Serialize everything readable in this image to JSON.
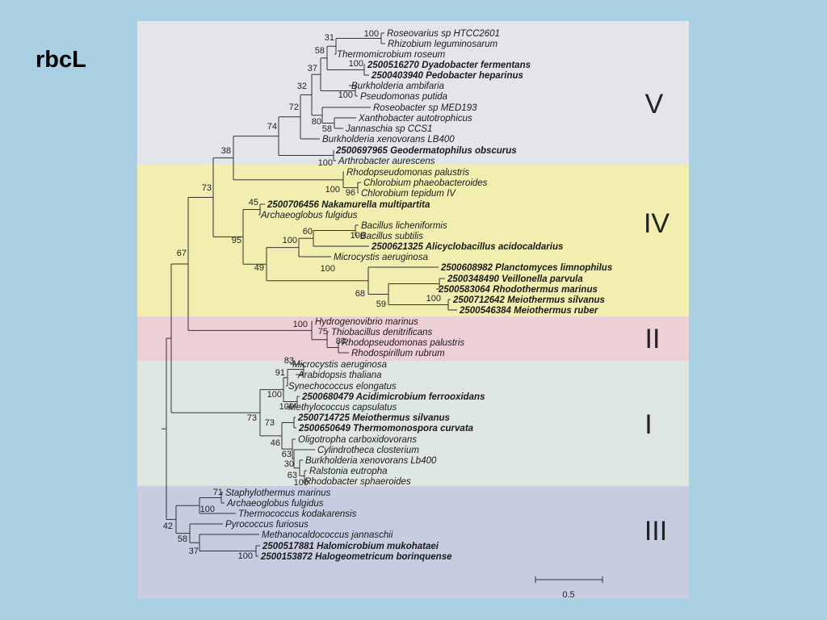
{
  "slide": {
    "title": "rbcL"
  },
  "groups": [
    {
      "label": "V",
      "color": "#e3e5ea"
    },
    {
      "label": "IV",
      "color": "#f1eeb0"
    },
    {
      "label": "II",
      "color": "#edd0d6"
    },
    {
      "label": "I",
      "color": "#dde6e3"
    },
    {
      "label": "III",
      "color": "#c6cde0"
    }
  ],
  "scale_bar": {
    "label": "0.5"
  },
  "leaves": [
    {
      "name": "Roseovarius sp HTCC2601",
      "bold": false
    },
    {
      "name": "Rhizobium leguminosarum",
      "bold": false
    },
    {
      "name": "Thermomicrobium roseum",
      "bold": false
    },
    {
      "name": "2500516270 Dyadobacter fermentans",
      "bold": true
    },
    {
      "name": "2500403940 Pedobacter heparinus",
      "bold": true
    },
    {
      "name": "Burkholderia ambifaria",
      "bold": false
    },
    {
      "name": "Pseudomonas putida",
      "bold": false
    },
    {
      "name": "Roseobacter sp MED193",
      "bold": false
    },
    {
      "name": "Xanthobacter autotrophicus",
      "bold": false
    },
    {
      "name": "Jannaschia sp CCS1",
      "bold": false
    },
    {
      "name": "Burkholderia xenovorans LB400",
      "bold": false
    },
    {
      "name": "2500697965 Geodermatophilus obscurus",
      "bold": true
    },
    {
      "name": "Arthrobacter aurescens",
      "bold": false
    },
    {
      "name": "Rhodopseudomonas palustris",
      "bold": false
    },
    {
      "name": "Chlorobium phaeobacteroides",
      "bold": false
    },
    {
      "name": "Chlorobium tepidum IV",
      "bold": false
    },
    {
      "name": "2500706456 Nakamurella multipartita",
      "bold": true
    },
    {
      "name": "Archaeoglobus fulgidus",
      "bold": false
    },
    {
      "name": "Bacillus licheniformis",
      "bold": false
    },
    {
      "name": "Bacillus subtilis",
      "bold": false
    },
    {
      "name": "2500621325 Alicyclobacillus acidocaldarius",
      "bold": true
    },
    {
      "name": "Microcystis aeruginosa",
      "bold": false
    },
    {
      "name": "2500608982 Planctomyces limnophilus",
      "bold": true
    },
    {
      "name": "2500348490 Veillonella parvula",
      "bold": true
    },
    {
      "name": "2500583064 Rhodothermus marinus",
      "bold": true
    },
    {
      "name": "2500712642 Meiothermus silvanus",
      "bold": true
    },
    {
      "name": "2500546384 Meiothermus ruber",
      "bold": true
    },
    {
      "name": "Hydrogenovibrio marinus",
      "bold": false
    },
    {
      "name": "Thiobacillus denitrificans",
      "bold": false
    },
    {
      "name": "Rhodopseudomonas palustris",
      "bold": false
    },
    {
      "name": "Rhodospirillum rubrum",
      "bold": false
    },
    {
      "name": "Microcystis aeruginosa",
      "bold": false
    },
    {
      "name": "Arabidopsis thaliana",
      "bold": false
    },
    {
      "name": "Synechococcus elongatus",
      "bold": false
    },
    {
      "name": "2500680479 Acidimicrobium ferrooxidans",
      "bold": true
    },
    {
      "name": "Methylococcus capsulatus",
      "bold": false
    },
    {
      "name": "2500714725 Meiothermus silvanus",
      "bold": true
    },
    {
      "name": "2500650649 Thermomonospora curvata",
      "bold": true
    },
    {
      "name": "Oligotropha carboxidovorans",
      "bold": false
    },
    {
      "name": "Cylindrotheca closterium",
      "bold": false
    },
    {
      "name": "Burkholderia xenovorans Lb400",
      "bold": false
    },
    {
      "name": "Ralstonia eutropha",
      "bold": false
    },
    {
      "name": "Rhodobacter sphaeroides",
      "bold": false
    },
    {
      "name": "Staphylothermus marinus",
      "bold": false
    },
    {
      "name": "Archaeoglobus fulgidus",
      "bold": false
    },
    {
      "name": "Thermococcus kodakarensis",
      "bold": false
    },
    {
      "name": "Pyrococcus furiosus",
      "bold": false
    },
    {
      "name": "Methanocaldococcus jannaschii",
      "bold": false
    },
    {
      "name": "2500517881 Halomicrobium mukohataei",
      "bold": true
    },
    {
      "name": "2500153872 Halogeometricum borinquense",
      "bold": true
    }
  ],
  "bootstraps": [
    "100",
    "31",
    "58",
    "100",
    "37",
    "32",
    "100",
    "72",
    "80",
    "58",
    "74",
    "38",
    "100",
    "73",
    "100",
    "96",
    "45",
    "95",
    "60",
    "100",
    "100",
    "49",
    "100",
    "68",
    "100",
    "59",
    "67",
    "100",
    "75",
    "80",
    "83",
    "91",
    "100",
    "100",
    "73",
    "73",
    "46",
    "63",
    "30",
    "63",
    "100",
    "71",
    "100",
    "42",
    "58",
    "37",
    "100"
  ]
}
